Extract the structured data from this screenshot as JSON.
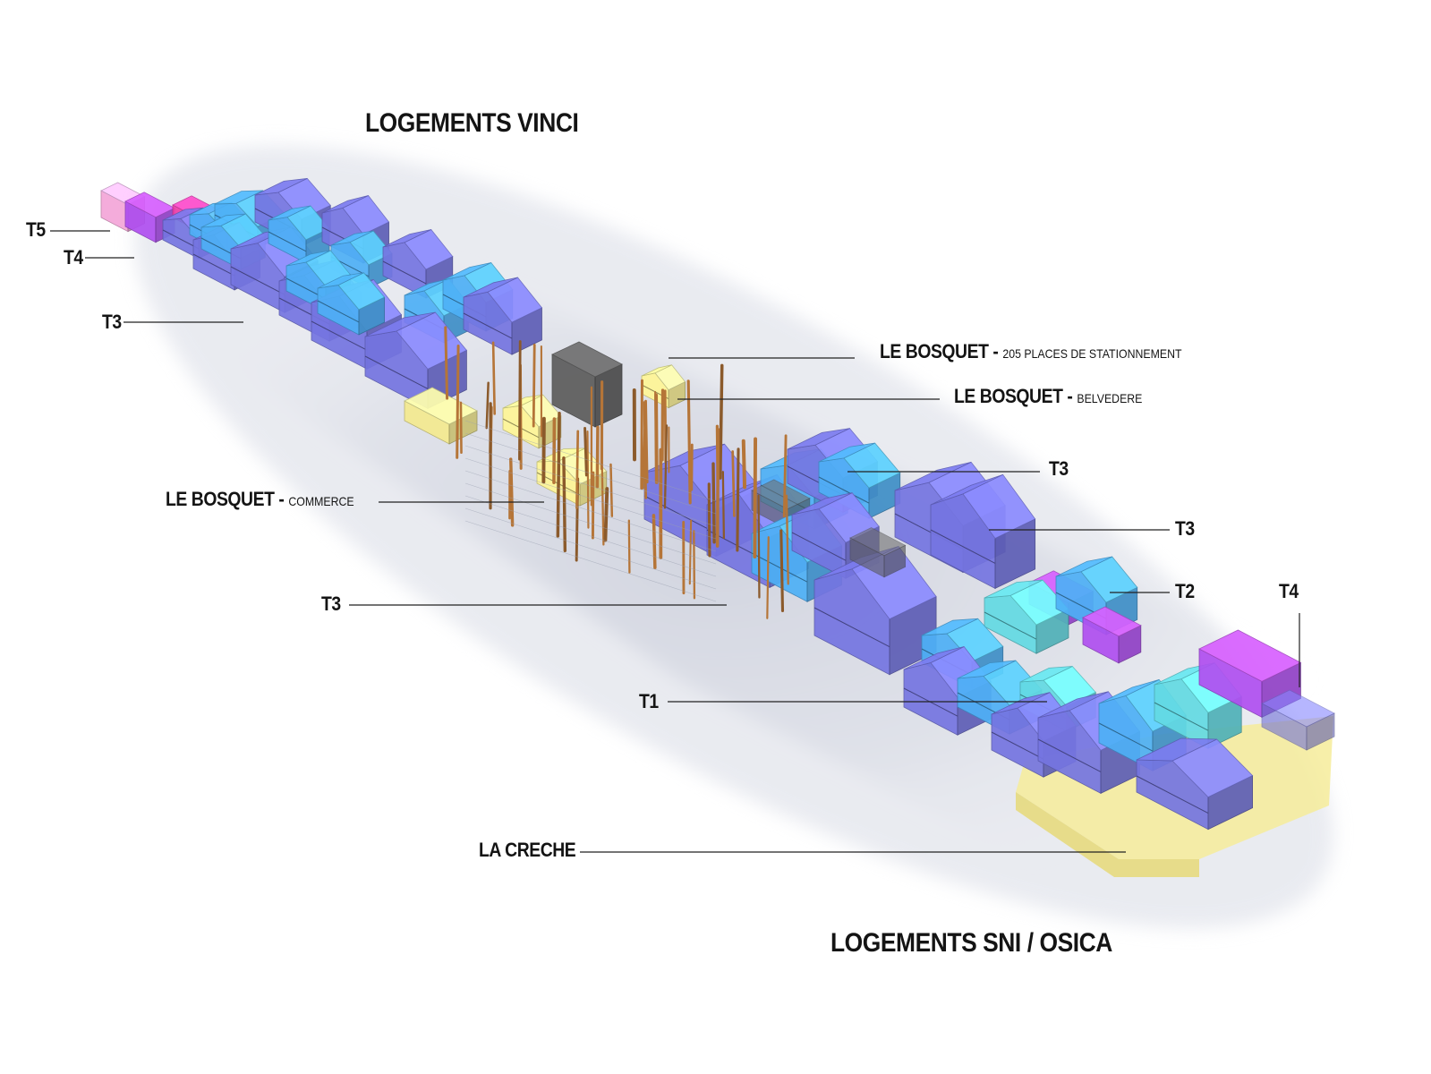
{
  "titles": {
    "top": "LOGEMENTS VINCI",
    "bottom": "LOGEMENTS SNI / OSICA"
  },
  "labels": {
    "t5_left": "T5",
    "t4_left": "T4",
    "t3_left_top": "T3",
    "bosquet_parking": "LE BOSQUET",
    "bosquet_parking_sub": "205 PLACES DE STATIONNEMENT",
    "bosquet_belvedere": "LE BOSQUET",
    "bosquet_belvedere_sub": "BELVEDERE",
    "bosquet_commerce": "LE BOSQUET",
    "bosquet_commerce_sub": "COMMERCE",
    "t3_right_a": "T3",
    "t3_right_b": "T3",
    "t3_left_mid": "T3",
    "t2_right": "T2",
    "t4_right": "T4",
    "t1_left": "T1",
    "la_creche": "LA CRECHE",
    "separator": "-"
  },
  "colors": {
    "dark_blue": "#6f6fd6",
    "light_blue": "#4aa8ea",
    "cyan": "#5ed0d8",
    "purple": "#b04ff0",
    "magenta": "#ee3fa8",
    "pink": "#f4a6d8",
    "yellow": "#f4ea8f",
    "bark": "#8b5a2b",
    "grey_block": "#5c5c5c"
  }
}
